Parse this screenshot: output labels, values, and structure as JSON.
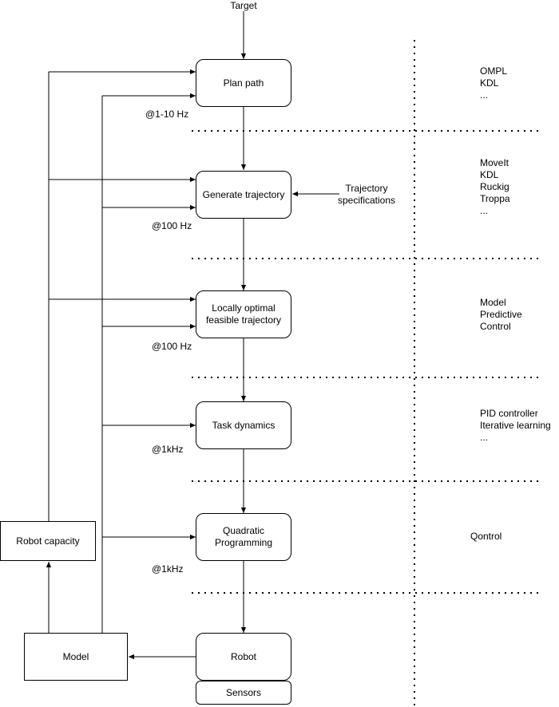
{
  "target_label": "Target",
  "trajectory_specs_label": "Trajectory\nspecifications",
  "nodes": {
    "plan_path": "Plan path",
    "generate_trajectory": "Generate trajectory",
    "locally_optimal": "Locally optimal\nfeasible trajectory",
    "task_dynamics": "Task dynamics",
    "quadratic_programming": "Quadratic\nProgramming",
    "robot": "Robot",
    "sensors": "Sensors",
    "robot_capacity": "Robot capacity",
    "model": "Model"
  },
  "rates": [
    "@1-10 Hz",
    "@100 Hz",
    "@100 Hz",
    "@1kHz",
    "@1kHz"
  ],
  "tools": {
    "plan": "OMPL\nKDL\n...",
    "trajectory": "MoveIt\nKDL\nRuckig\nTroppa\n...",
    "mpc": "Model\nPredictive\nControl",
    "control": "PID controller\nIterative learning\n...",
    "qp": "Qontrol"
  }
}
